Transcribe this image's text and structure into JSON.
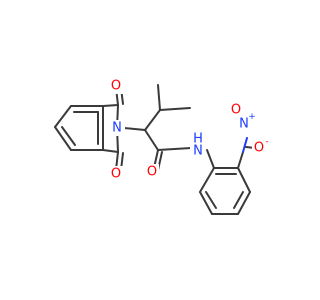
{
  "molecule": {
    "atoms": {
      "O1": {
        "text": "O"
      },
      "O2": {
        "text": "O"
      },
      "O3": {
        "text": "O"
      },
      "O4": {
        "text": "O"
      },
      "O5": {
        "text": "O"
      },
      "N1": {
        "text": "N"
      },
      "NH": {
        "text": "H"
      },
      "NHN": {
        "text": "N"
      },
      "N3": {
        "text": "N"
      }
    },
    "charges": {
      "plus": "+",
      "minus": "-"
    },
    "colors": {
      "bond": "#3a3a3a",
      "oxygen": "#ff0000",
      "nitrogen": "#1a3cff"
    }
  }
}
